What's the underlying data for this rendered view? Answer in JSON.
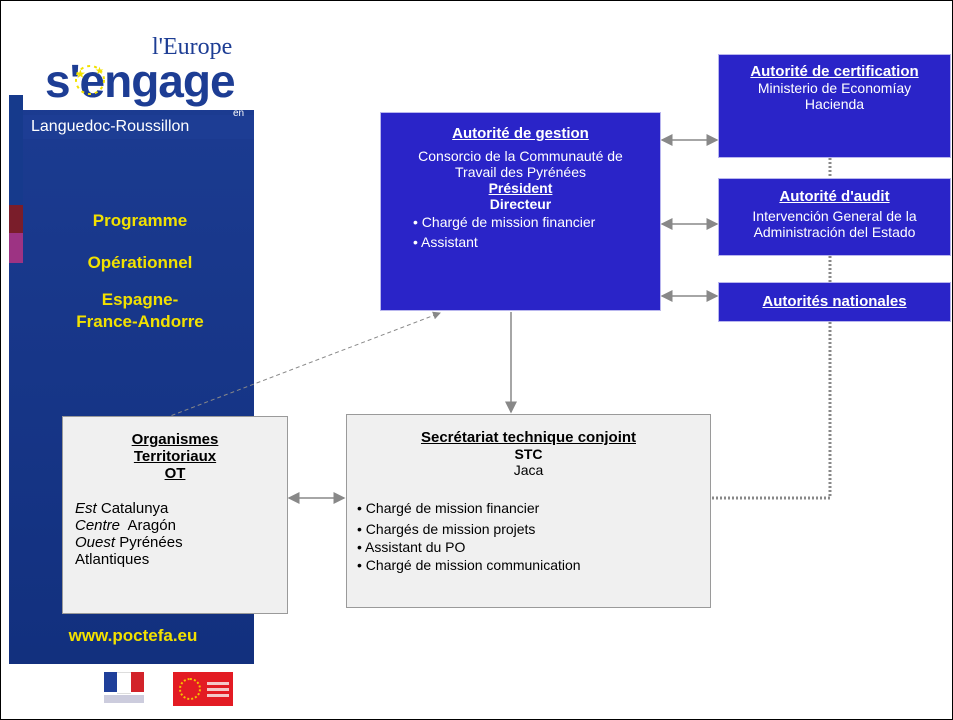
{
  "sidebar": {
    "logo_line1": "l'Europe",
    "logo_line2": "s'engage",
    "logo_en": "en",
    "region": "Languedoc-Roussillon",
    "program": [
      "Programme",
      "Opérationnel",
      "Espagne-\nFrance-Andorre"
    ],
    "website": "www.poctefa.eu"
  },
  "boxes": {
    "certification": {
      "title": "Autorité de certification",
      "lines": [
        "Ministerio de Economíay",
        "Hacienda"
      ]
    },
    "gestion": {
      "title": "Autorité de gestion",
      "org": "Consorcio de la Communauté de",
      "org2": "Travail des Pyrénées",
      "president": "Président",
      "directeur": "Directeur",
      "bullets": [
        "• Chargé de mission financier",
        "• Assistant"
      ]
    },
    "audit": {
      "title": "Autorité d'audit",
      "lines": [
        "Intervención General de la",
        "Administración del Estado"
      ]
    },
    "nationales": {
      "title": "Autorités nationales"
    },
    "stc": {
      "title": "Secrétariat technique conjoint",
      "sub": "STC",
      "city": "Jaca",
      "bullets": [
        "• Chargé de mission financier",
        "• Chargés de mission projets",
        "• Assistant du PO",
        "• Chargé de mission communication"
      ]
    },
    "ot": {
      "title1": "Organismes",
      "title2": "Territoriaux",
      "title3": "OT",
      "rows": [
        {
          "region": "Est",
          "name": " Catalunya"
        },
        {
          "region": "Centre",
          "name": "  Aragón"
        },
        {
          "region": "Ouest",
          "name": " Pyrénées"
        }
      ],
      "last": "Atlantiques"
    }
  },
  "colors": {
    "box_dark": "#2a24c8",
    "box_light": "#f0f0f0",
    "sidebar_blue": "#1d3d94",
    "accent_yellow": "#f2e100"
  }
}
